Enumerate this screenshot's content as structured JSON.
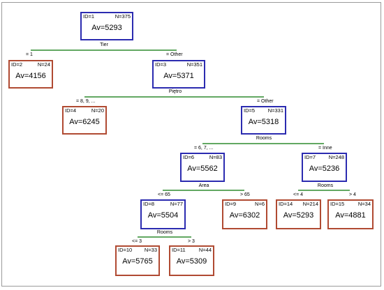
{
  "nodes": {
    "n1": {
      "id": "ID=1",
      "n": "N=375",
      "av": "Av=5293",
      "kind": "inner"
    },
    "n2": {
      "id": "ID=2",
      "n": "N=24",
      "av": "Av=4156",
      "kind": "leaf"
    },
    "n3": {
      "id": "ID=3",
      "n": "N=351",
      "av": "Av=5371",
      "kind": "inner"
    },
    "n4": {
      "id": "ID=4",
      "n": "N=20",
      "av": "Av=6245",
      "kind": "leaf"
    },
    "n5": {
      "id": "ID=5",
      "n": "N=331",
      "av": "Av=5318",
      "kind": "inner"
    },
    "n6": {
      "id": "ID=6",
      "n": "N=83",
      "av": "Av=5562",
      "kind": "inner"
    },
    "n7": {
      "id": "ID=7",
      "n": "N=248",
      "av": "Av=5236",
      "kind": "inner"
    },
    "n8": {
      "id": "ID=8",
      "n": "N=77",
      "av": "Av=5504",
      "kind": "inner"
    },
    "n9": {
      "id": "ID=9",
      "n": "N=6",
      "av": "Av=6302",
      "kind": "leaf"
    },
    "n10": {
      "id": "ID=10",
      "n": "N=33",
      "av": "Av=5765",
      "kind": "leaf"
    },
    "n11": {
      "id": "ID=11",
      "n": "N=44",
      "av": "Av=5309",
      "kind": "leaf"
    },
    "n14": {
      "id": "ID=14",
      "n": "N=214",
      "av": "Av=5293",
      "kind": "leaf"
    },
    "n15": {
      "id": "ID=15",
      "n": "N=34",
      "av": "Av=4881",
      "kind": "leaf"
    }
  },
  "splits": {
    "s1": {
      "variable": "Tier",
      "left": "= 1",
      "right": "= Other"
    },
    "s3": {
      "variable": "Piętro",
      "left": "= 8, 9, ...",
      "right": "= Other"
    },
    "s5": {
      "variable": "Rooms",
      "left": "= 6, 7, ...",
      "right": "= Inne"
    },
    "s6": {
      "variable": "Area",
      "left": "<= 65",
      "right": "> 65"
    },
    "s7": {
      "variable": "Rooms",
      "left": "<= 4",
      "right": "> 4"
    },
    "s8": {
      "variable": "Rooms",
      "left": "<= 3",
      "right": "> 3"
    }
  },
  "colors": {
    "inner_border": "#2b2bb0",
    "leaf_border": "#b04a32",
    "split_bar": "#2e8b2e",
    "connector": "#000000"
  }
}
